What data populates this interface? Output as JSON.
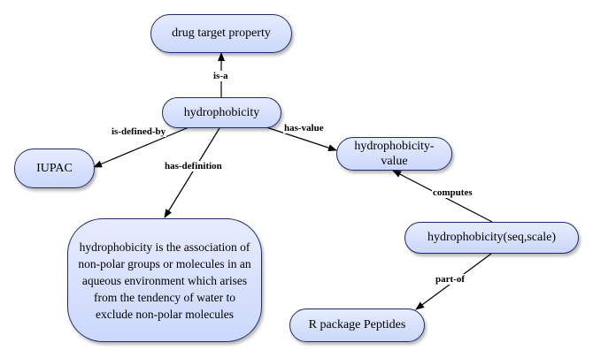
{
  "nodes": {
    "drug_target_property": "drug target property",
    "hydrophobicity": "hydrophobicity",
    "iupac": "IUPAC",
    "hydrophobicity_value": "hydrophobicity-value",
    "definition": "hydrophobicity is the association of non-polar groups or molecules in an aqueous environment which arises from the tendency of water to exclude non-polar molecules",
    "hydrophobicity_fn": "hydrophobicity(seq,scale)",
    "r_package": "R package Peptides"
  },
  "edges": {
    "is_a": "is-a",
    "is_defined_by": "is-defined-by",
    "has_definition": "has-definition",
    "has_value": "has-value",
    "computes": "computes",
    "part_of": "part-of"
  },
  "colors": {
    "node_border": "#1f2b6e",
    "node_fill_top": "#e6ecff",
    "node_fill_bottom": "#cbd8fb",
    "edge": "#000000"
  }
}
